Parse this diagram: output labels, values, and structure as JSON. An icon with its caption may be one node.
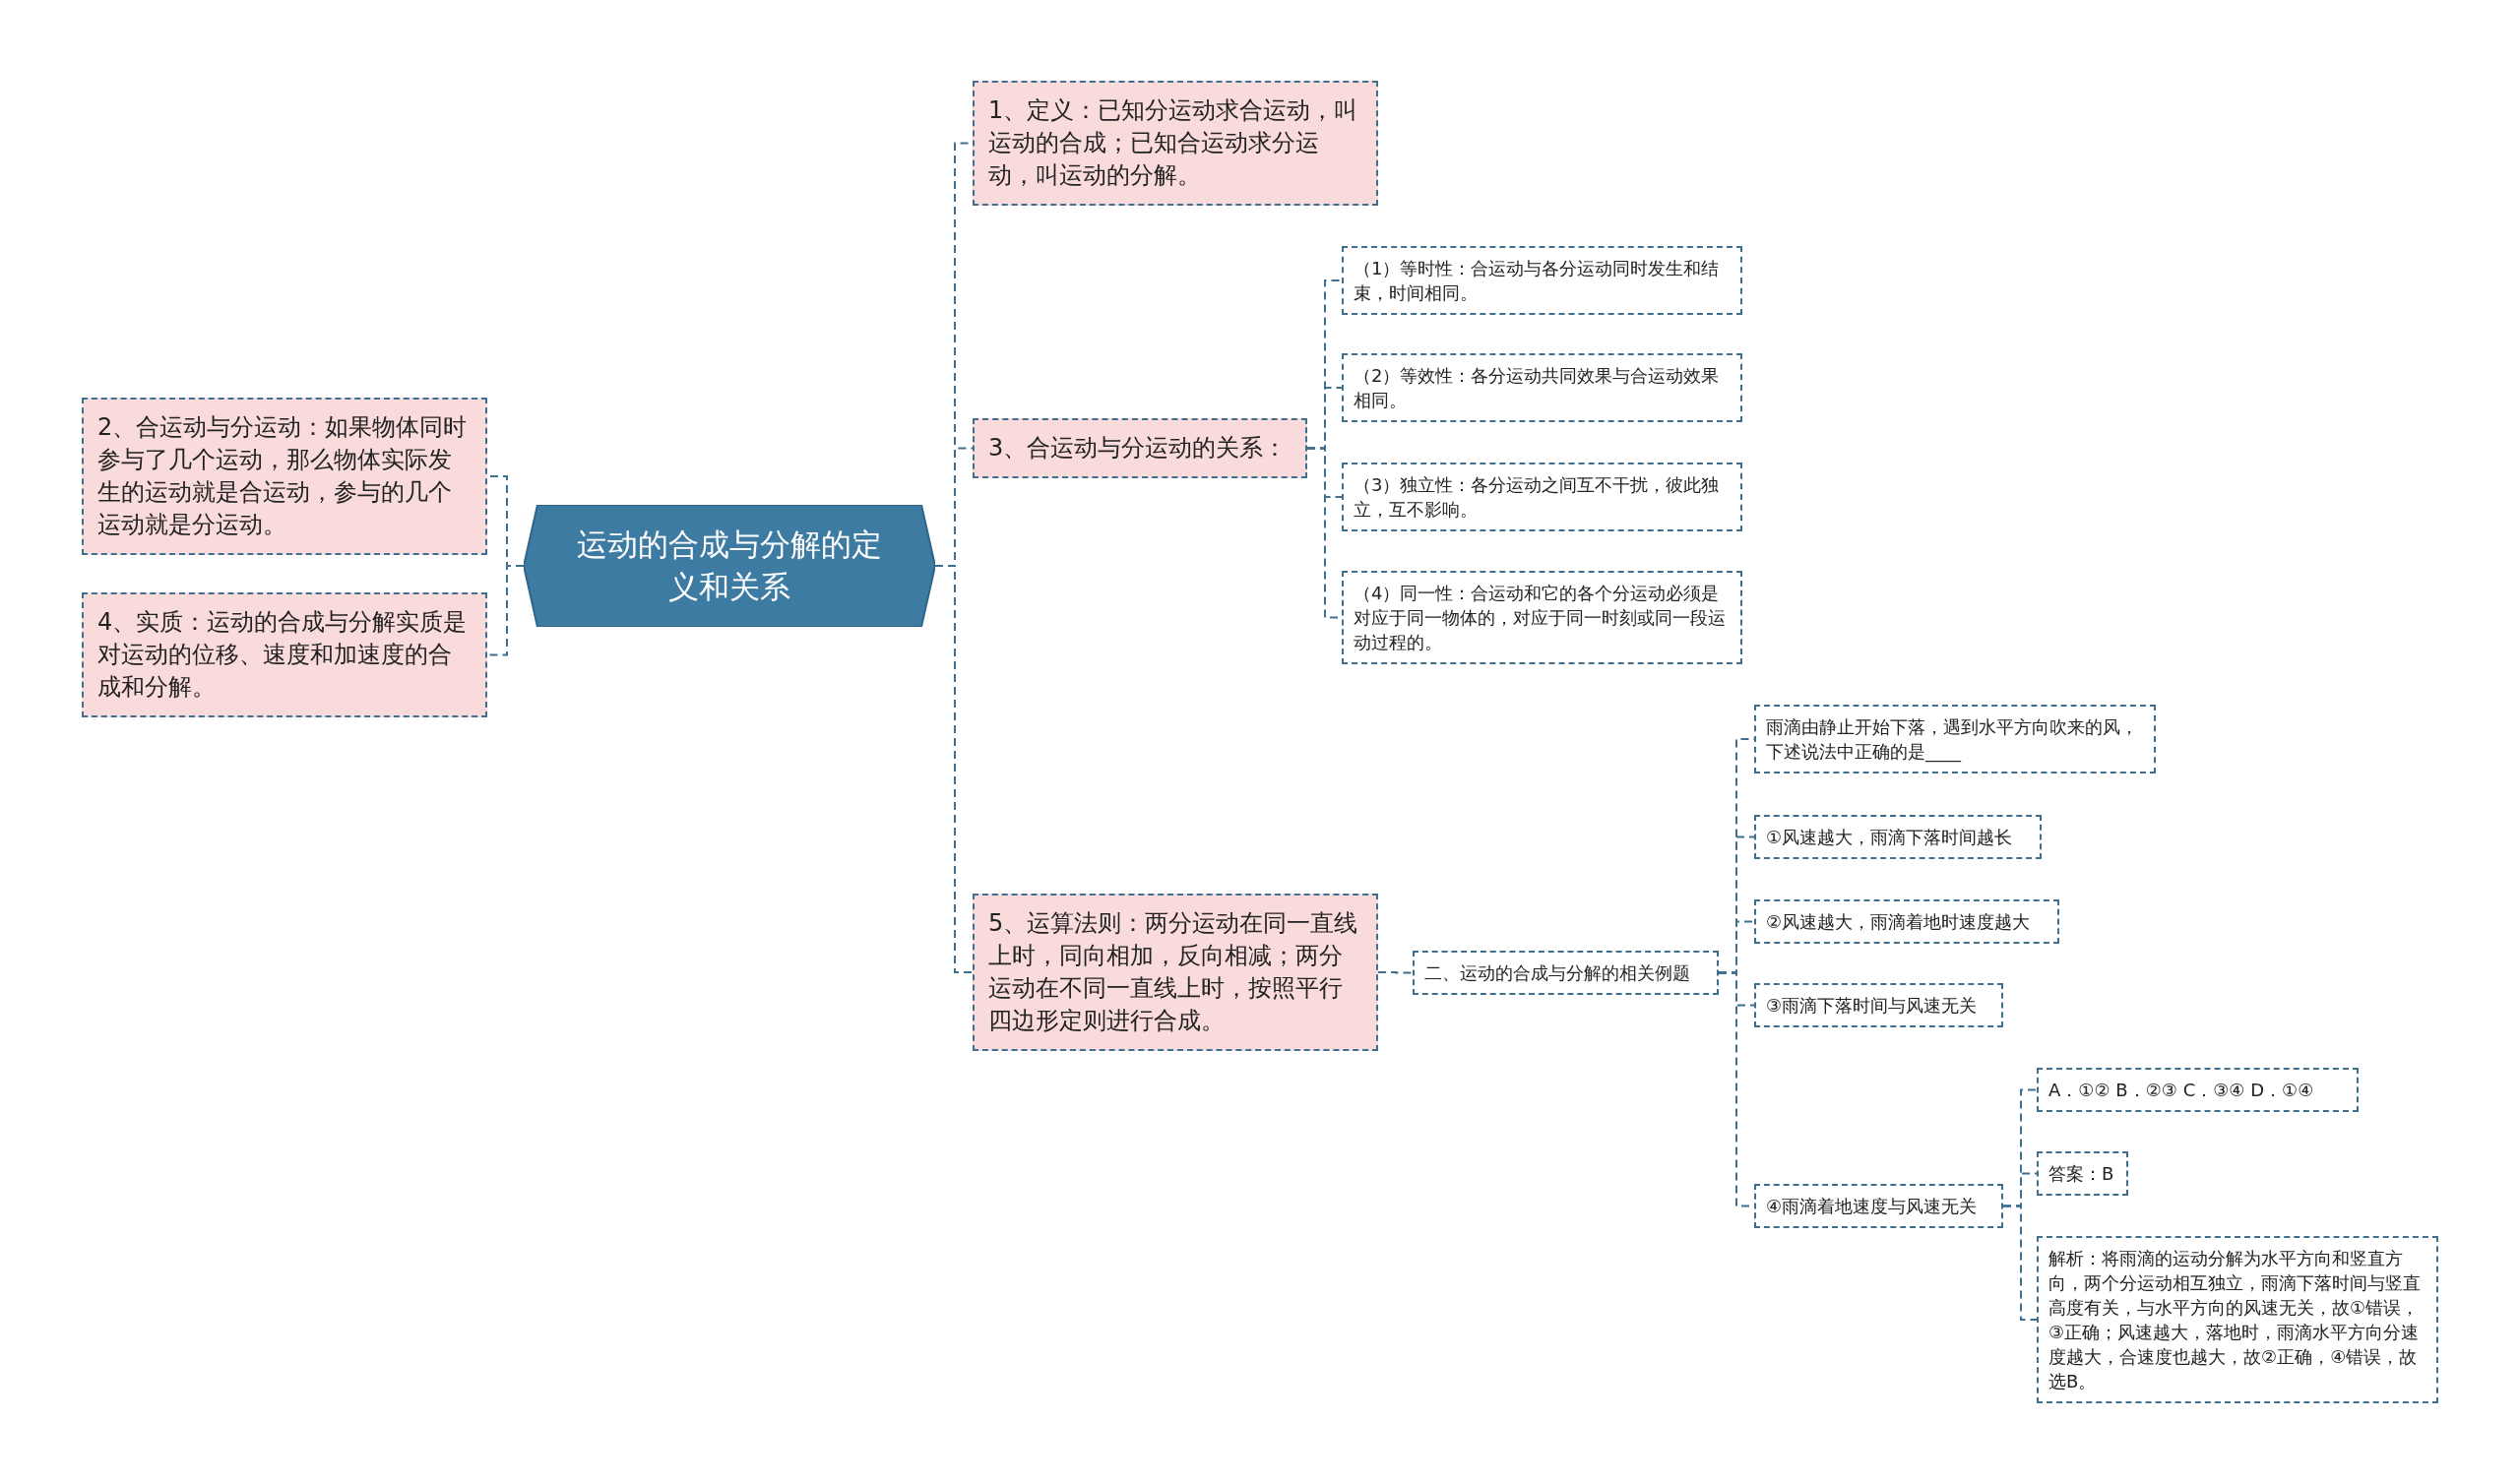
{
  "diagram": {
    "nodes": [
      {
        "text": [
          "运动的合成与分解的定义和关系"
        ]
      },
      {
        "text": [
          "1、定义：已知分运动求合运动，叫运动的合成；已知合运动求分运动，叫运动的分解。"
        ]
      },
      {
        "text": [
          "2、合运动与分运动：如果物体同时参与了几个运动，那么物体实际发生的运动就是合运动，参与的几个运动就是分运动。"
        ]
      },
      {
        "text": [
          "3、合运动与分运动的关系："
        ]
      },
      {
        "text": [
          "（1）等时性：合运动与各分运动同时发生和结束，时间相同。"
        ]
      },
      {
        "text": [
          "（2）等效性：各分运动共同效果与合运动效果相同。"
        ]
      },
      {
        "text": [
          "（3）独立性：各分运动之间互不干扰，彼此独立，互不影响。"
        ]
      },
      {
        "text": [
          "（4）同一性：合运动和它的各个分运动必须是对应于同一物体的，对应于同一时刻或同一段运动过程的。"
        ]
      },
      {
        "text": [
          "4、实质：运动的合成与分解实质是对运动的位移、速度和加速度的合成和分解。"
        ]
      },
      {
        "text": [
          "5、运算法则：两分运动在同一直线上时，同向相加，反向相减；两分运动在不同一直线上时，按照平行四边形定则进行合成。"
        ]
      },
      {
        "text": [
          "二、运动的合成与分解的相关例题"
        ]
      },
      {
        "text": [
          "雨滴由静止开始下落，遇到水平方向吹来的风，下述说法中正确的是____"
        ]
      },
      {
        "text": [
          "①风速越大，雨滴下落时间越长"
        ]
      },
      {
        "text": [
          "②风速越大，雨滴着地时速度越大"
        ]
      },
      {
        "text": [
          "③雨滴下落时间与风速无关"
        ]
      },
      {
        "text": [
          "④雨滴着地速度与风速无关"
        ]
      },
      {
        "text": [
          "A．①② B．②③ C．③④ D．①④"
        ]
      },
      {
        "text": [
          "答案：B"
        ]
      },
      {
        "text": [
          "解析：将雨滴的运动分解为水平方向和竖直方向，两个分运动相互独立，雨滴下落时间与竖直高度有关，与水平方向的风速无关，故①错误，③正确；风速越大，落地时，雨滴水平方向分速度越大，合速度也越大，故②正确，④错误，故选B。"
        ]
      }
    ],
    "edges": [
      {
        "from": 0,
        "to": 1,
        "arrow": "none",
        "style": "dashed"
      },
      {
        "from": 0,
        "to": 2,
        "arrow": "none",
        "style": "dashed"
      },
      {
        "from": 0,
        "to": 3,
        "arrow": "none",
        "style": "dashed"
      },
      {
        "from": 3,
        "to": 4,
        "arrow": "none",
        "style": "dashed"
      },
      {
        "from": 3,
        "to": 5,
        "arrow": "none",
        "style": "dashed"
      },
      {
        "from": 3,
        "to": 6,
        "arrow": "none",
        "style": "dashed"
      },
      {
        "from": 3,
        "to": 7,
        "arrow": "none",
        "style": "dashed"
      },
      {
        "from": 0,
        "to": 8,
        "arrow": "none",
        "style": "dashed"
      },
      {
        "from": 0,
        "to": 9,
        "arrow": "none",
        "style": "dashed"
      },
      {
        "from": 9,
        "to": 10,
        "arrow": "none",
        "style": "dashed"
      },
      {
        "from": 10,
        "to": 11,
        "arrow": "none",
        "style": "dashed"
      },
      {
        "from": 10,
        "to": 12,
        "arrow": "none",
        "style": "dashed"
      },
      {
        "from": 10,
        "to": 13,
        "arrow": "none",
        "style": "dashed"
      },
      {
        "from": 10,
        "to": 14,
        "arrow": "none",
        "style": "dashed"
      },
      {
        "from": 10,
        "to": 15,
        "arrow": "none",
        "style": "dashed"
      },
      {
        "from": 15,
        "to": 16,
        "arrow": "none",
        "style": "dashed"
      },
      {
        "from": 15,
        "to": 17,
        "arrow": "none",
        "style": "dashed"
      },
      {
        "from": 15,
        "to": 18,
        "arrow": "none",
        "style": "dashed"
      }
    ]
  }
}
